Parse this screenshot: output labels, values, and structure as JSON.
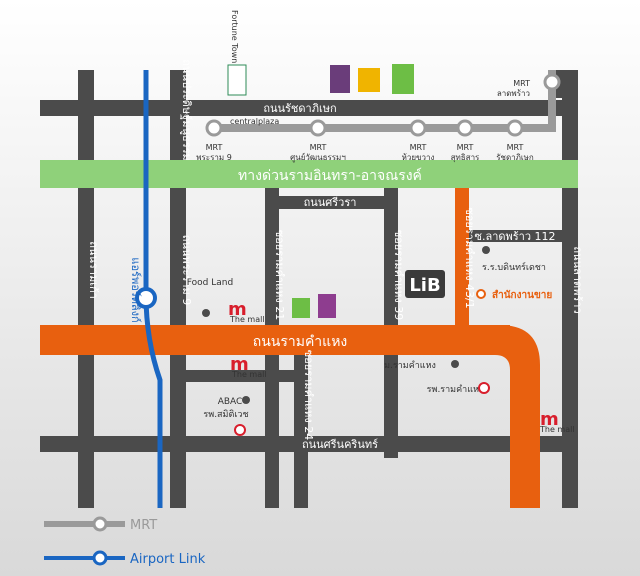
{
  "colors": {
    "road": "#4b4b4b",
    "mrt_line": "#9a9a9a",
    "airport_link": "#1a66c2",
    "expressway": "#8fd17a",
    "main_road": "#e8600f",
    "office_marker": "#e8600f"
  },
  "roads": {
    "ratchadaphisek": "ถนนรัชดาภิเษก",
    "expressway": "ทางด่วนรามอินทรา-อาจณรงค์",
    "sriwara": "ถนนศรีวรา",
    "ladprao_112": "ซ.ลาดพร้าว 112",
    "ramkhamhaeng": "ถนนรามคำแหง",
    "srinakarin": "ถนนศรีนครินทร์",
    "ramkhamhaeng_43_1": "ซอยรามคำแหง 43/1",
    "ramkhamhaeng_39": "ซอยรามคำแหง 39",
    "ramkhamhaeng_21": "ซอยรามคำแหง 21",
    "ramkhamhaeng_24": "ซอยรามคำแหง 24",
    "pradit_manutham": "ถนนประดิษฐ์มนูธรรม",
    "ramindra_9": "ถนนพระราม 9",
    "ladprao": "ถนนลาดพร้าว",
    "rama_9_left": "ถนนรามเก้า",
    "ramkhamhaeng_right": "ถนนลาดพร้าว",
    "airport_link_road": "แอร์พอร์ตลิงก์"
  },
  "mrt_stations": [
    {
      "code": "MRT",
      "name": "พระราม 9"
    },
    {
      "code": "MRT",
      "name": "ศูนย์วัฒนธรรมฯ"
    },
    {
      "code": "MRT",
      "name": "ห้วยขวาง"
    },
    {
      "code": "MRT",
      "name": "สุทธิสาร"
    },
    {
      "code": "MRT",
      "name": "รัชดาภิเษก"
    },
    {
      "code": "MRT",
      "name": "ลาดพร้าว"
    }
  ],
  "pois": {
    "fortune_town": "Fortune Town",
    "central_plaza": "centralplaza",
    "food_land": "Food Land",
    "the_mall": "The mall",
    "abac": "ABAC",
    "samitivej": "รพ.สมิติเวช",
    "ramkhamhaeng_univ": "ม.รามคำแหง",
    "ramkhamhaeng_hosp": "รพ.รามคำแหง",
    "school": "ร.ร.บดินทร์เดชา",
    "office": "สำนักงานขาย",
    "lib_logo": "LiB"
  },
  "legend": {
    "mrt": "MRT",
    "airport_link": "Airport Link"
  }
}
